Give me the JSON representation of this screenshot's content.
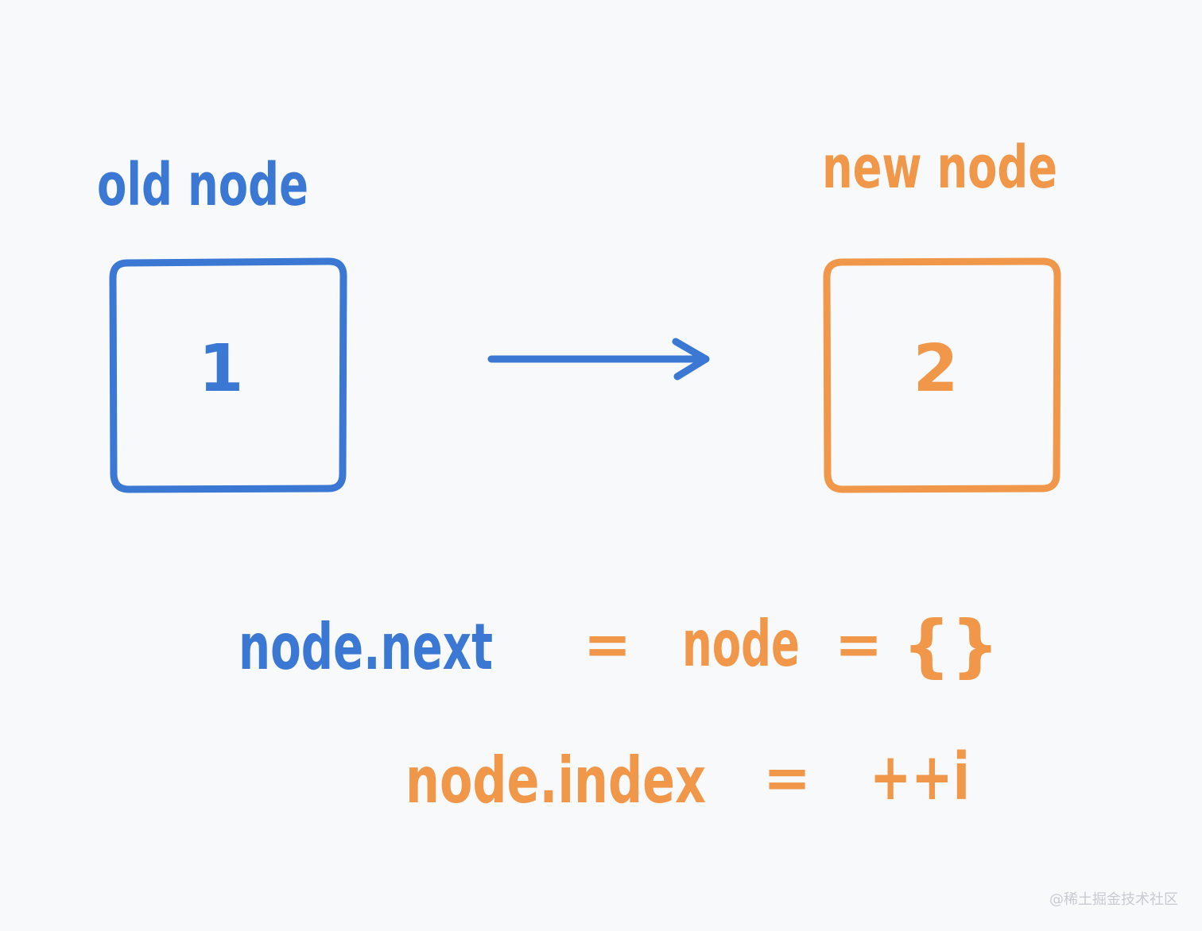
{
  "colors": {
    "background": "#f7f9fb",
    "old": "#3b78d4",
    "new": "#f0974a"
  },
  "labels": {
    "old_node": "old node",
    "new_node": "new node",
    "old_value": "1",
    "new_value": "2"
  },
  "equations": {
    "line1": {
      "lhs": "node.next",
      "eq1": "=",
      "mid": "node",
      "eq2": "=",
      "rhs": "{}"
    },
    "line2": {
      "lhs": "node.index",
      "eq": "=",
      "rhs": "++i"
    }
  },
  "arrow": {
    "from": "old node",
    "to": "new node",
    "icon": "arrow-right-icon"
  },
  "watermark": "@稀土掘金技术社区"
}
